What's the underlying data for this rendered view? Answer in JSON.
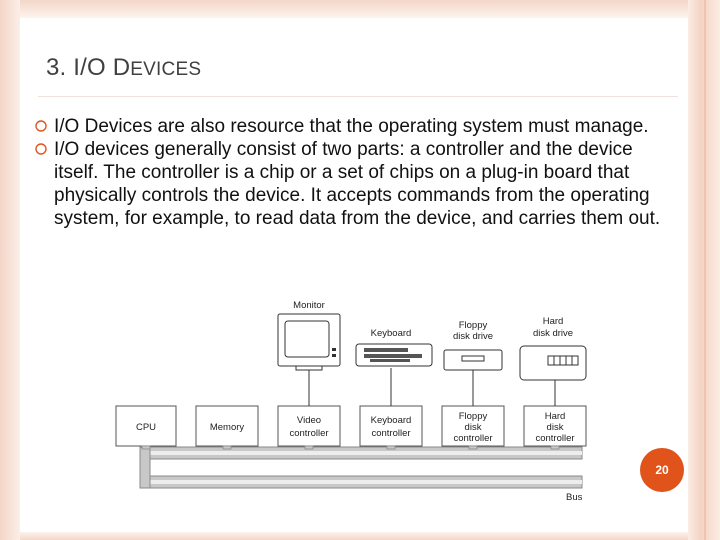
{
  "slide": {
    "title_prefix": "3. I/O D",
    "title_rest": "EVICES",
    "bullets": [
      "I/O Devices are also resource that the operating system must manage.",
      "I/O devices generally consist of two parts: a controller and the device itself. The controller is a chip or a set of chips on a plug-in board that physically controls the device. It accepts commands from the operating system, for example, to read data from the device, and carries them out."
    ],
    "page_number": "20"
  },
  "diagram": {
    "devices": {
      "monitor": "Monitor",
      "keyboard": "Keyboard",
      "floppy_line1": "Floppy",
      "floppy_line2": "disk drive",
      "hard_line1": "Hard",
      "hard_line2": "disk drive"
    },
    "boxes": {
      "cpu": "CPU",
      "memory": "Memory",
      "video_1": "Video",
      "video_2": "controller",
      "keyboard_1": "Keyboard",
      "keyboard_2": "controller",
      "floppy_1": "Floppy",
      "floppy_2": "disk",
      "floppy_3": "controller",
      "hard_1": "Hard",
      "hard_2": "disk",
      "hard_3": "controller"
    },
    "bus": "Bus"
  },
  "colors": {
    "accent": "#e0541b",
    "frame": "#f3d6c8"
  }
}
